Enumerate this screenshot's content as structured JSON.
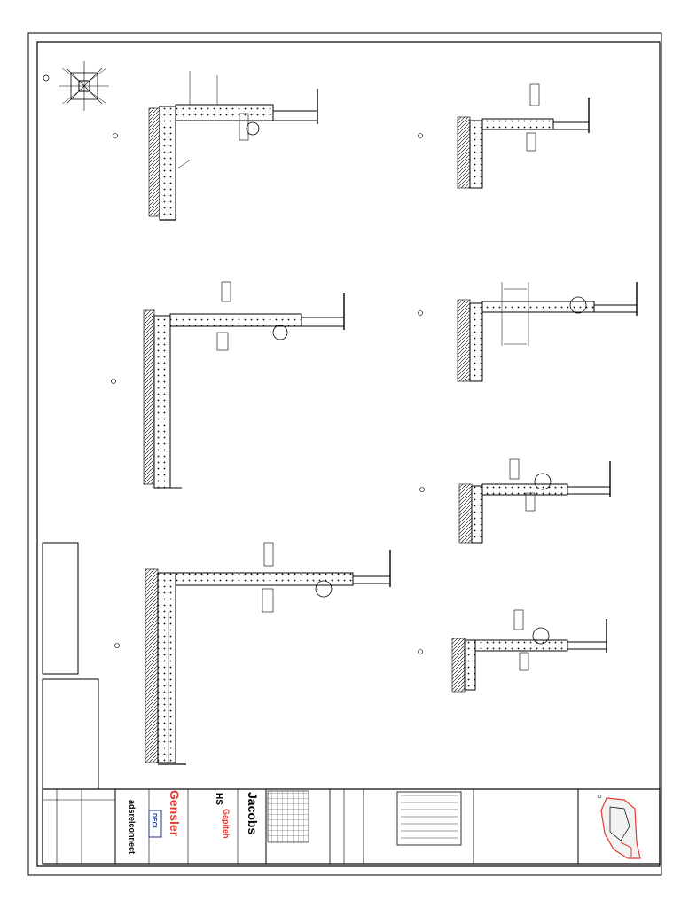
{
  "title_block": {
    "firms": [
      {
        "name": "Jacobs",
        "color": "#111111"
      },
      {
        "name": "Gensler",
        "color": "#e03a2e"
      },
      {
        "name": "adsrelconnect",
        "color": "#111111"
      },
      {
        "name": "HS",
        "color": "#111111"
      },
      {
        "name": "Gapiteh",
        "color": "#e03a2e"
      },
      {
        "name": "DECI",
        "color": "#1a3a8a"
      }
    ],
    "accent_colors": {
      "brand_red": "#e03a2e",
      "brand_blue": "#1a3a8a",
      "key_plan_red": "#e03a2e"
    }
  },
  "details": [
    {
      "id": "detail-1",
      "column": "left",
      "row": 1
    },
    {
      "id": "detail-2",
      "column": "left",
      "row": 2
    },
    {
      "id": "detail-3",
      "column": "left",
      "row": 3
    },
    {
      "id": "detail-4",
      "column": "right",
      "row": 1
    },
    {
      "id": "detail-5",
      "column": "right",
      "row": 2
    },
    {
      "id": "detail-6",
      "column": "right",
      "row": 3
    },
    {
      "id": "detail-7",
      "column": "right",
      "row": 4
    }
  ],
  "icons": [
    "north-arrow-icon",
    "key-plan-icon",
    "detail-marker-icon"
  ]
}
